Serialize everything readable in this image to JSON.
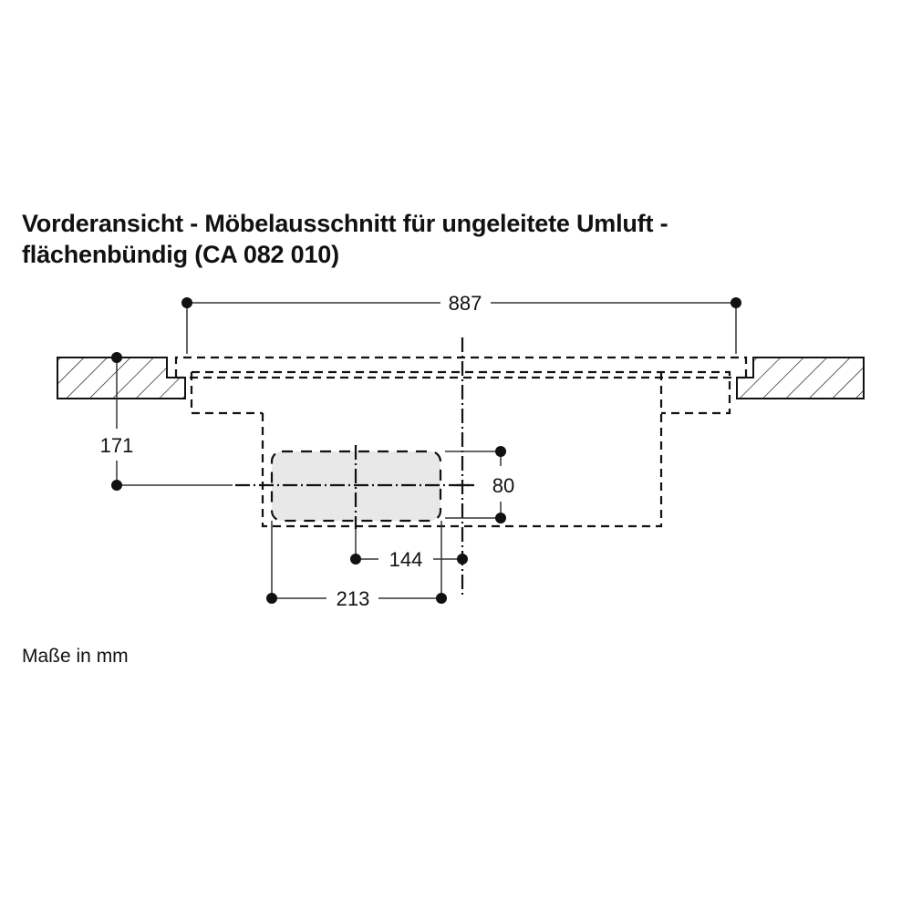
{
  "title": {
    "line1": "Vorderansicht - Möbelausschnitt für ungeleitete Umluft -",
    "line2": "flächenbündig (CA 082 010)"
  },
  "units_note": "Maße in mm",
  "dimensions": {
    "overall_width": "887",
    "height_to_center": "171",
    "module_height": "80",
    "center_offset": "144",
    "module_width": "213"
  },
  "colors": {
    "line": "#111111",
    "module_fill": "#e8e8e8",
    "background": "#ffffff"
  }
}
